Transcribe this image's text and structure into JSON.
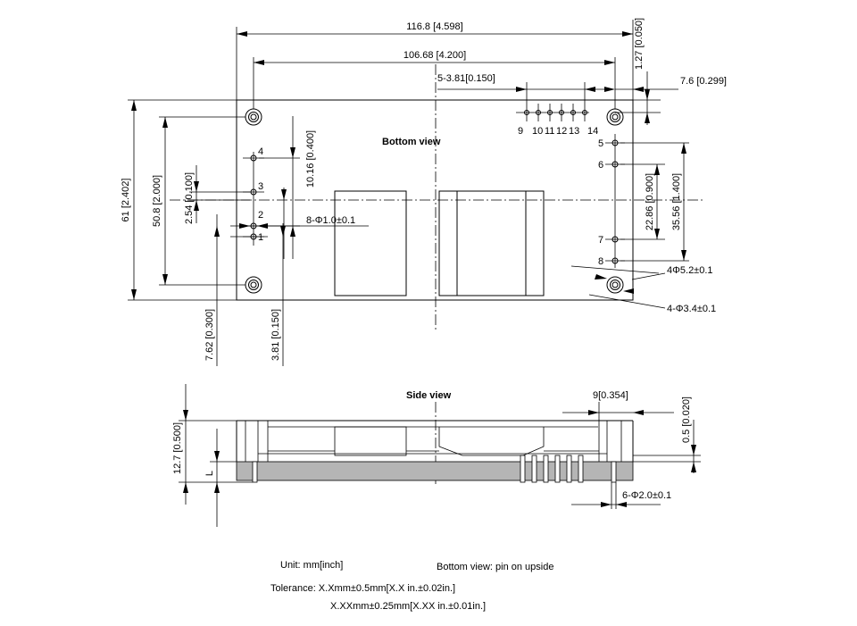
{
  "bottom_view": {
    "title": "Bottom view",
    "dims": {
      "overall_width": "116.8 [4.598]",
      "hole_span": "106.68 [4.200]",
      "pin_pitch_top": "5-3.81[0.150]",
      "edge_offset": "7.6 [0.299]",
      "edge_top": "1.27 [0.050]",
      "height": "61 [2.402]",
      "hole_v_span": "50.8 [2.000]",
      "pin_pitch_left": "2.54 [0.100]",
      "pin_left_span": "10.16 [0.400]",
      "pin_dia": "8-Φ1.0±0.1",
      "left_offset_a": "7.62 [0.300]",
      "left_offset_b": "3.81 [0.150]",
      "right_span_a": "22.86 [0.900]",
      "right_span_b": "35.56 [1.400]",
      "hole_outer": "4Φ5.2±0.1",
      "hole_inner": "4-Φ3.4±0.1"
    },
    "pins_top": [
      "9",
      "10",
      "11",
      "12",
      "13",
      "14"
    ],
    "pins_left": [
      "4",
      "3",
      "2",
      "1"
    ],
    "pins_right": [
      "5",
      "6",
      "7",
      "8"
    ]
  },
  "side_view": {
    "title": "Side view",
    "dims": {
      "height": "12.7 [0.500]",
      "l_label": "L",
      "right_offset": "9[0.354]",
      "board": "0.5 [0.020]",
      "pin_dia": "6-Φ2.0±0.1"
    }
  },
  "notes": {
    "unit": "Unit: mm[inch]",
    "view": "Bottom view: pin on upside",
    "tol1": "Tolerance: X.Xmm±0.5mm[X.X in.±0.02in.]",
    "tol2": "X.XXmm±0.25mm[X.XX in.±0.01in.]"
  }
}
